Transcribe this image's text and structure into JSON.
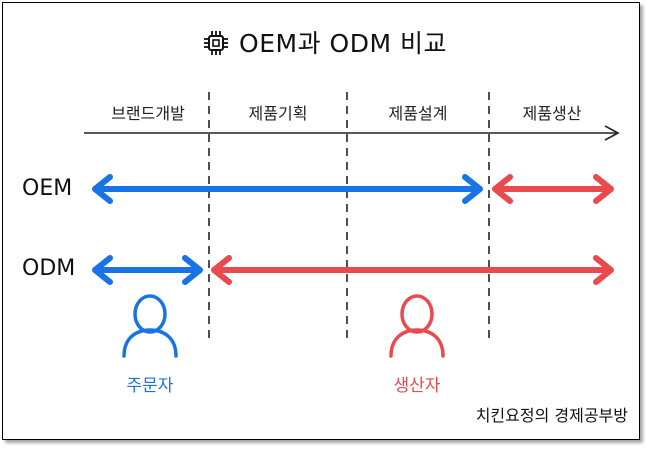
{
  "title": "OEM과 ODM 비교",
  "stages": [
    "브랜드개발",
    "제품기획",
    "제품설계",
    "제품생산"
  ],
  "rows": [
    {
      "label": "OEM",
      "orderer_stages": "브랜드개발–제품설계",
      "producer_stages": "제품생산"
    },
    {
      "label": "ODM",
      "orderer_stages": "브랜드개발",
      "producer_stages": "제품기획–제품생산"
    }
  ],
  "actors": {
    "orderer": "주문자",
    "producer": "생산자"
  },
  "credit": "치킨요정의 경제공부방",
  "colors": {
    "orderer": "#1874e6",
    "producer": "#e84a4e",
    "line": "#222222"
  }
}
